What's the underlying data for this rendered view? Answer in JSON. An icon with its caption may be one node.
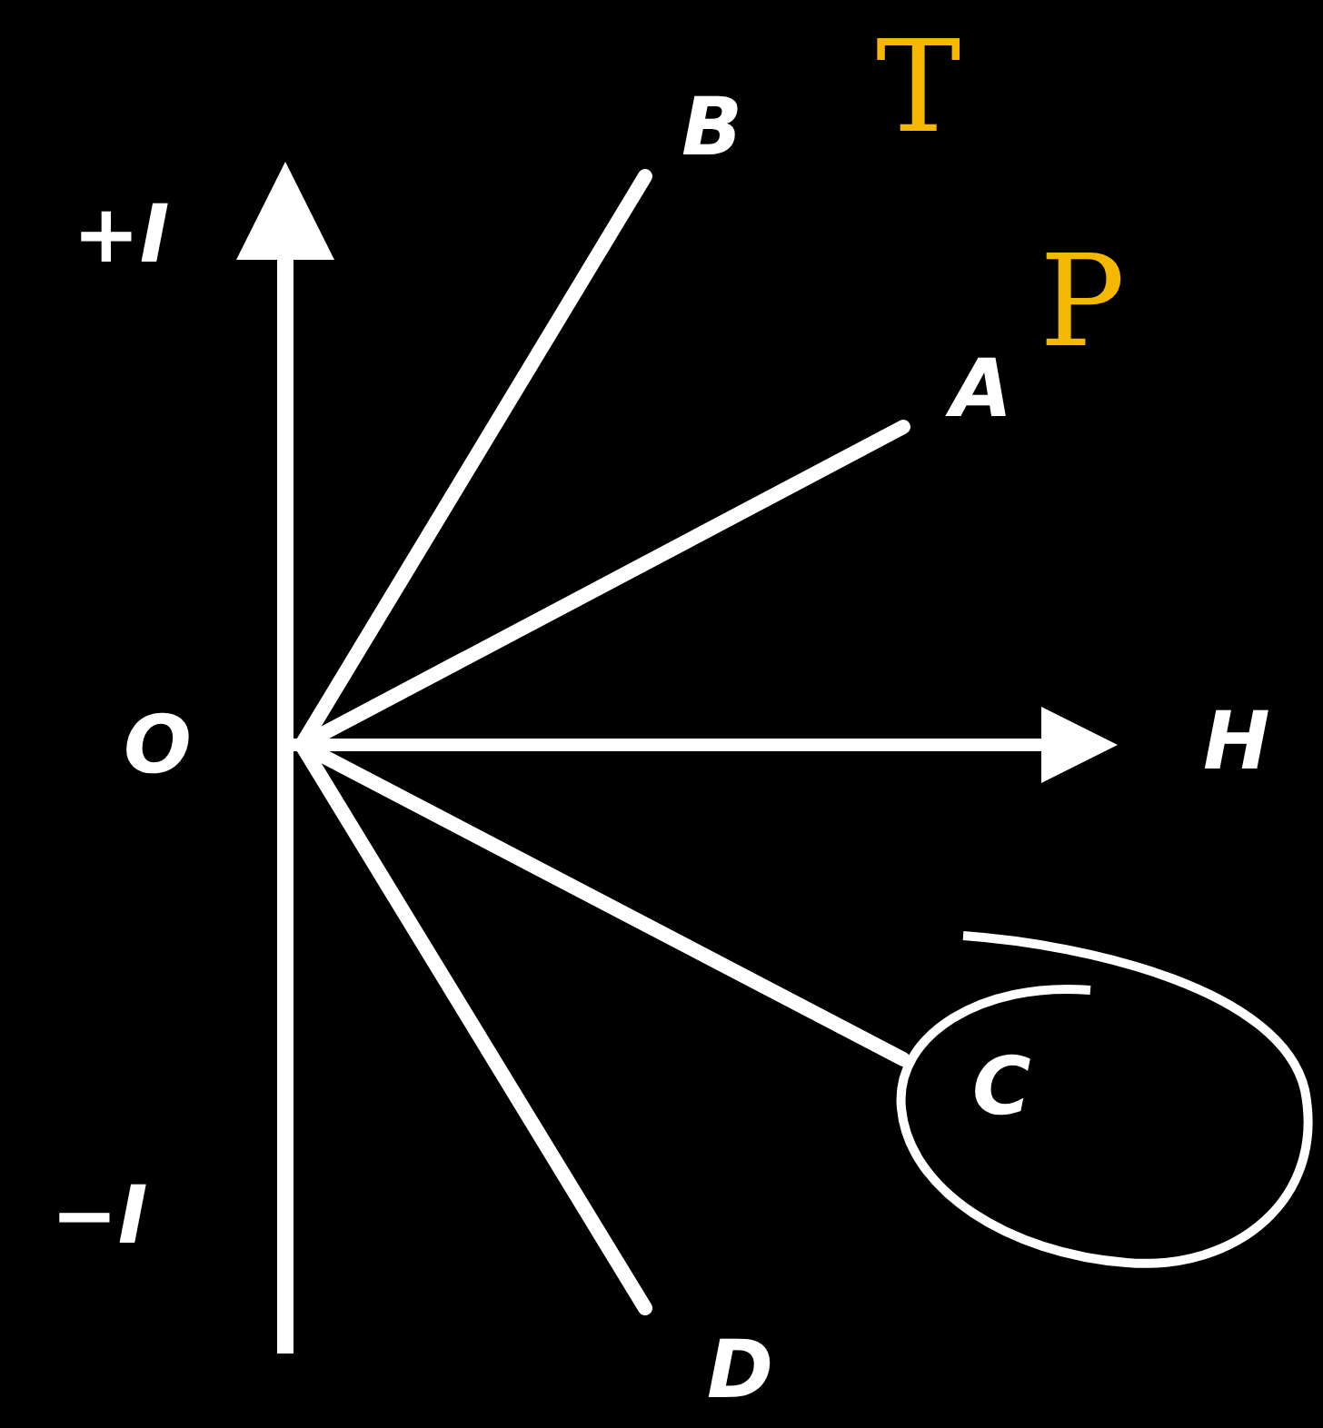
{
  "diagram": {
    "nodes": [
      {
        "text": [
          "O"
        ]
      },
      {
        "text": [
          "B"
        ]
      },
      {
        "text": [
          "A"
        ]
      },
      {
        "text": [
          "C"
        ]
      },
      {
        "text": [
          "D"
        ]
      }
    ],
    "edges": [
      {
        "from": 0,
        "to": 1,
        "arrow": "none"
      },
      {
        "from": 0,
        "to": 2,
        "arrow": "none"
      },
      {
        "from": 0,
        "to": 3,
        "arrow": "none"
      },
      {
        "from": 0,
        "to": 4,
        "arrow": "none"
      }
    ],
    "labels": [
      "T",
      "+I",
      "P",
      "H",
      "−I"
    ]
  }
}
